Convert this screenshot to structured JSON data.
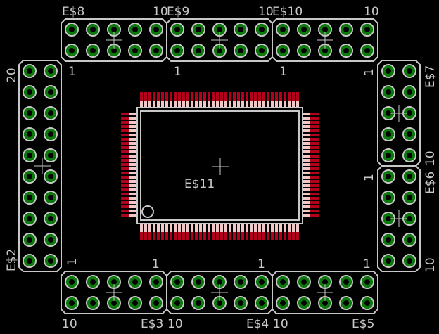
{
  "colors": {
    "background": "#000000",
    "silkscreen": "#c8c8c8",
    "pad_ring": "#0a7a0a",
    "pad_fill": "#000000",
    "pin_pad": "#b3001b",
    "pin_silk": "#f0c8c8"
  },
  "connectors": [
    {
      "id": "E$8",
      "name": "E$8",
      "pin1_label": "1",
      "pin10_label": "10"
    },
    {
      "id": "E$9",
      "name": "E$9",
      "pin1_label": "1",
      "pin10_label": "10"
    },
    {
      "id": "E$10",
      "name": "E$10",
      "pin1_label": "1",
      "pin10_label": "10"
    },
    {
      "id": "E$7",
      "name": "E$7",
      "pin1_label": "1",
      "pin10_label": ""
    },
    {
      "id": "E$6",
      "name": "E$6",
      "pin1_label": "1",
      "pin10_label": "10"
    },
    {
      "id": "E$3",
      "name": "E$3",
      "pin1_label": "1",
      "pin10_label": "10"
    },
    {
      "id": "E$4",
      "name": "E$4",
      "pin1_label": "1",
      "pin10_label": "10"
    },
    {
      "id": "E$5",
      "name": "E$5",
      "pin1_label": "1",
      "pin10_label": ""
    },
    {
      "id": "E$2",
      "name": "E$2",
      "pin1_label": "1",
      "pin10_label": "20"
    }
  ],
  "chip": {
    "name": "E$11"
  }
}
